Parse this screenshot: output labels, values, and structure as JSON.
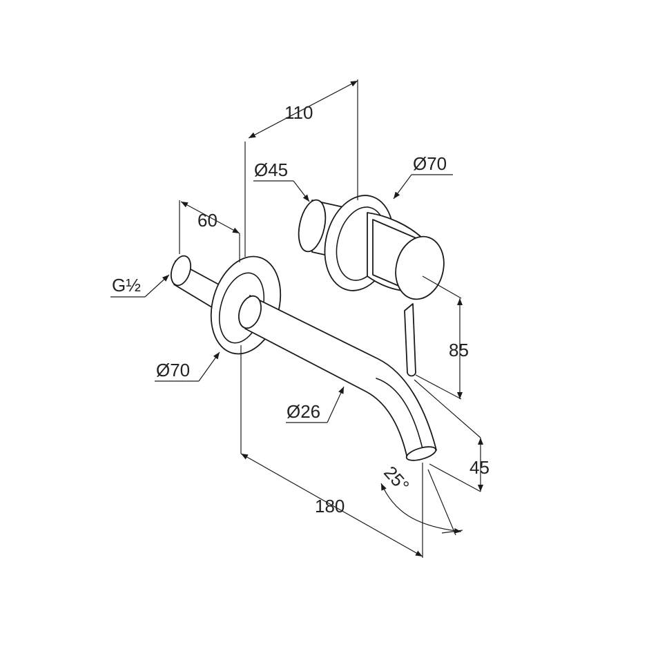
{
  "labels": {
    "dim_110": "110",
    "dim_60": "60",
    "thread": "G½",
    "dia_45": "Ø45",
    "dia_70_top": "Ø70",
    "dia_70_left": "Ø70",
    "dia_26": "Ø26",
    "dim_85": "85",
    "dim_45": "45",
    "dim_180": "180",
    "angle_25": "25°"
  }
}
